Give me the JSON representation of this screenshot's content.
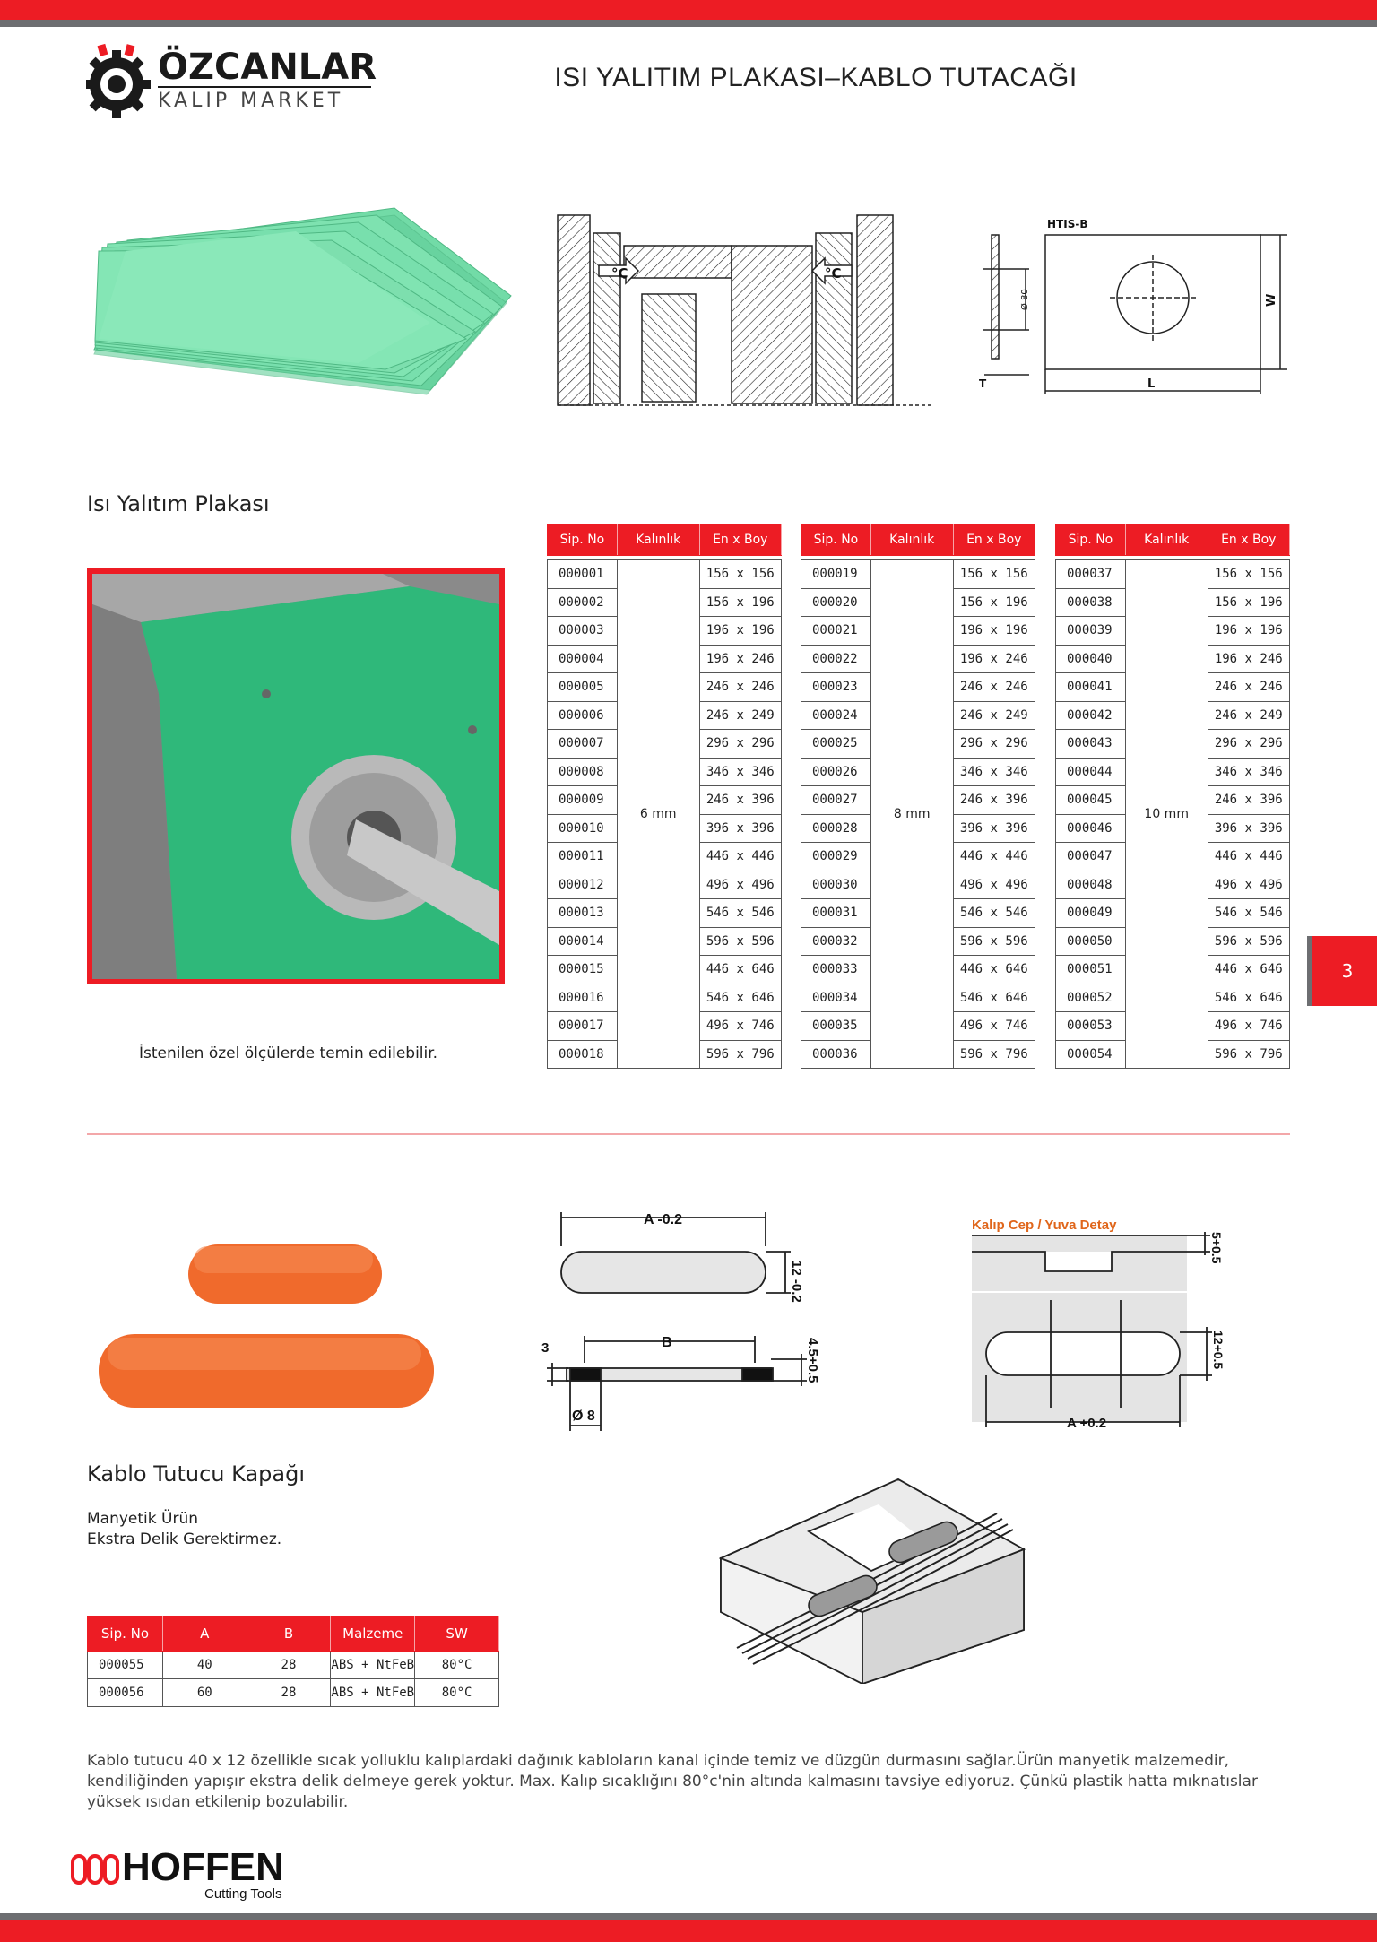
{
  "header": {
    "brand_line1": "ÖZCANLAR",
    "brand_line2": "KALIP MARKET",
    "title": "ISI YALITIM PLAKASI–KABLO TUTACAĞI"
  },
  "diagrams": {
    "plate_drawing_label": "HTIS-B",
    "temp_label": "°C",
    "dim_w": "W",
    "dim_l": "L",
    "dim_t": "T",
    "dim_hole": "Ø 80",
    "cover_a": "A -0.2",
    "cover_h": "12 -0.2",
    "cover_b": "B",
    "cover_3": "3",
    "cover_t": "4.5+0.5",
    "cover_d": "Ø 8",
    "pocket_title": "Kalıp Cep / Yuva Detay",
    "pocket_depth": "5+0.5",
    "pocket_h": "12+0.5",
    "pocket_a": "A +0.2"
  },
  "insulation": {
    "title": "Isı Yalıtım Plakası",
    "note": "İstenilen özel ölçülerde temin edilebilir.",
    "headers": [
      "Sip. No",
      "Kalınlık",
      "En x Boy"
    ],
    "sizes": [
      "156 x 156",
      "156 x 196",
      "196 x 196",
      "196 x 246",
      "246 x 246",
      "246 x 249",
      "296 x 296",
      "346 x 346",
      "246 x 396",
      "396 x 396",
      "446 x 446",
      "496 x 496",
      "546 x 546",
      "596 x 596",
      "446 x 646",
      "546 x 646",
      "496 x 746",
      "596 x 796"
    ],
    "tables": [
      {
        "thickness": "6 mm",
        "codes": [
          "000001",
          "000002",
          "000003",
          "000004",
          "000005",
          "000006",
          "000007",
          "000008",
          "000009",
          "000010",
          "000011",
          "000012",
          "000013",
          "000014",
          "000015",
          "000016",
          "000017",
          "000018"
        ]
      },
      {
        "thickness": "8 mm",
        "codes": [
          "000019",
          "000020",
          "000021",
          "000022",
          "000023",
          "000024",
          "000025",
          "000026",
          "000027",
          "000028",
          "000029",
          "000030",
          "000031",
          "000032",
          "000033",
          "000034",
          "000035",
          "000036"
        ]
      },
      {
        "thickness": "10 mm",
        "codes": [
          "000037",
          "000038",
          "000039",
          "000040",
          "000041",
          "000042",
          "000043",
          "000044",
          "000045",
          "000046",
          "000047",
          "000048",
          "000049",
          "000050",
          "000051",
          "000052",
          "000053",
          "000054"
        ]
      }
    ]
  },
  "cable": {
    "title": "Kablo Tutucu Kapağı",
    "line1": "Manyetik Ürün",
    "line2": "Ekstra Delik Gerektirmez.",
    "headers": [
      "Sip. No",
      "A",
      "B",
      "Malzeme",
      "SW"
    ],
    "rows": [
      [
        "000055",
        "40",
        "28",
        "ABS + NtFeB",
        "80°C"
      ],
      [
        "000056",
        "60",
        "28",
        "ABS + NtFeB",
        "80°C"
      ]
    ],
    "paragraph": "Kablo tutucu 40 x 12 özellikle sıcak yolluklu kalıplardaki dağınık kabloların kanal içinde temiz ve düzgün durmasını sağlar.Ürün manyetik malzemedir, kendiliğinden yapışır ekstra delik delmeye gerek yoktur. Max. Kalıp sıcaklığını 80°c'nin altında kalmasını tavsiye ediyoruz. Çünkü plastik hatta mıknatıslar yüksek ısıdan etkilenip bozulabilir."
  },
  "page_number": "3",
  "footer": {
    "brand": "HOFFEN",
    "tagline": "Cutting Tools"
  },
  "colors": {
    "accent": "#ed1c24",
    "bar_grey": "#6d6e71",
    "plate_green": "#6fd8a4",
    "cover_orange": "#f06a2c"
  }
}
